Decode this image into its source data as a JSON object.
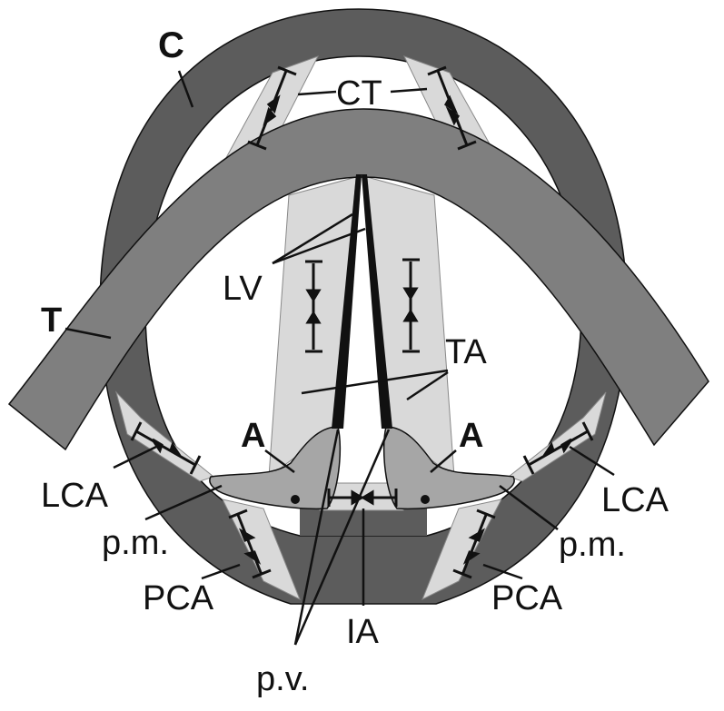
{
  "diagram": {
    "labels": {
      "C": "C",
      "CT": "CT",
      "T": "T",
      "LV": "LV",
      "TA": "TA",
      "A_left": "A",
      "A_right": "A",
      "LCA_left": "LCA",
      "LCA_right": "LCA",
      "pm_left": "p.m.",
      "pm_right": "p.m.",
      "PCA_left": "PCA",
      "PCA_right": "PCA",
      "IA": "IA",
      "pv": "p.v."
    },
    "colors": {
      "cricoid": "#5c5c5c",
      "thyroid": "#7f7f7f",
      "muscle": "#d9d9d9",
      "arytenoid": "#a6a6a6",
      "lines": "#111111",
      "background": "#ffffff"
    }
  }
}
